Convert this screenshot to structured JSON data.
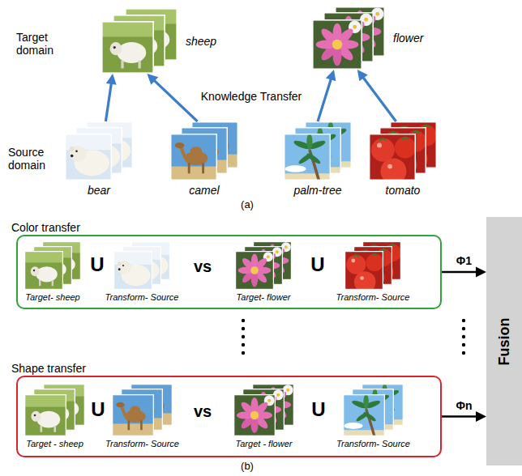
{
  "diagram": {
    "nodes": [
      {
        "text": [
          "sheep"
        ]
      },
      {
        "text": [
          "flower"
        ]
      },
      {
        "text": [
          "bear"
        ]
      },
      {
        "text": [
          "camel"
        ]
      },
      {
        "text": [
          "palm-tree"
        ]
      },
      {
        "text": [
          "tomato"
        ]
      },
      {
        "text": [
          "Color transfer"
        ]
      },
      {
        "text": [
          "Target- sheep"
        ],
        "in": 6
      },
      {
        "text": [
          "Transform- Source"
        ],
        "in": 6
      },
      {
        "text": [
          "Target- flower"
        ],
        "in": 6
      },
      {
        "text": [
          "Transform- Source"
        ],
        "in": 6
      },
      {
        "text": [
          "Shape transfer"
        ]
      },
      {
        "text": [
          "Target - sheep"
        ],
        "in": 11
      },
      {
        "text": [
          "Transform- Source"
        ],
        "in": 11
      },
      {
        "text": [
          "Target - flower"
        ],
        "in": 11
      },
      {
        "text": [
          "Transform- Source"
        ],
        "in": 11
      },
      {
        "text": [
          "Fusion"
        ]
      }
    ],
    "edges": [
      {
        "from": 2,
        "to": 0,
        "arrow": "to"
      },
      {
        "from": 3,
        "to": 0,
        "arrow": "to"
      },
      {
        "from": 4,
        "to": 1,
        "arrow": "to"
      },
      {
        "from": 5,
        "to": 1,
        "arrow": "to"
      },
      {
        "from": 6,
        "to": 16,
        "label": "Φ1",
        "arrow": "to"
      },
      {
        "from": 11,
        "to": 16,
        "label": "Φn",
        "arrow": "to"
      }
    ],
    "labels": [
      "Target domain",
      "Knowledge Transfer",
      "Source domain",
      "(a)",
      "U",
      "vs",
      "U",
      "U",
      "vs",
      "U",
      "(b)"
    ]
  }
}
